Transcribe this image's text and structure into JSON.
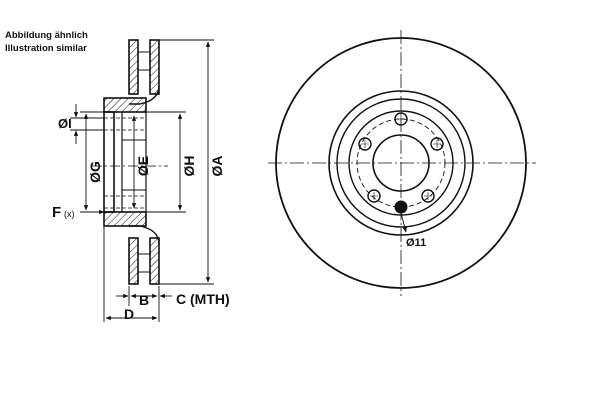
{
  "notes": {
    "german": "Abbildung ähnlich",
    "english": "Illustration similar"
  },
  "dimensions": {
    "I": "ØI",
    "G": "ØG",
    "E": "ØE",
    "H": "ØH",
    "A": "ØA",
    "F": "F",
    "F_sub": "(x)",
    "B": "B",
    "C": "C (MTH)",
    "D": "D",
    "bolt_hole": "Ø11"
  },
  "colors": {
    "line": "#111111",
    "background": "#ffffff"
  }
}
